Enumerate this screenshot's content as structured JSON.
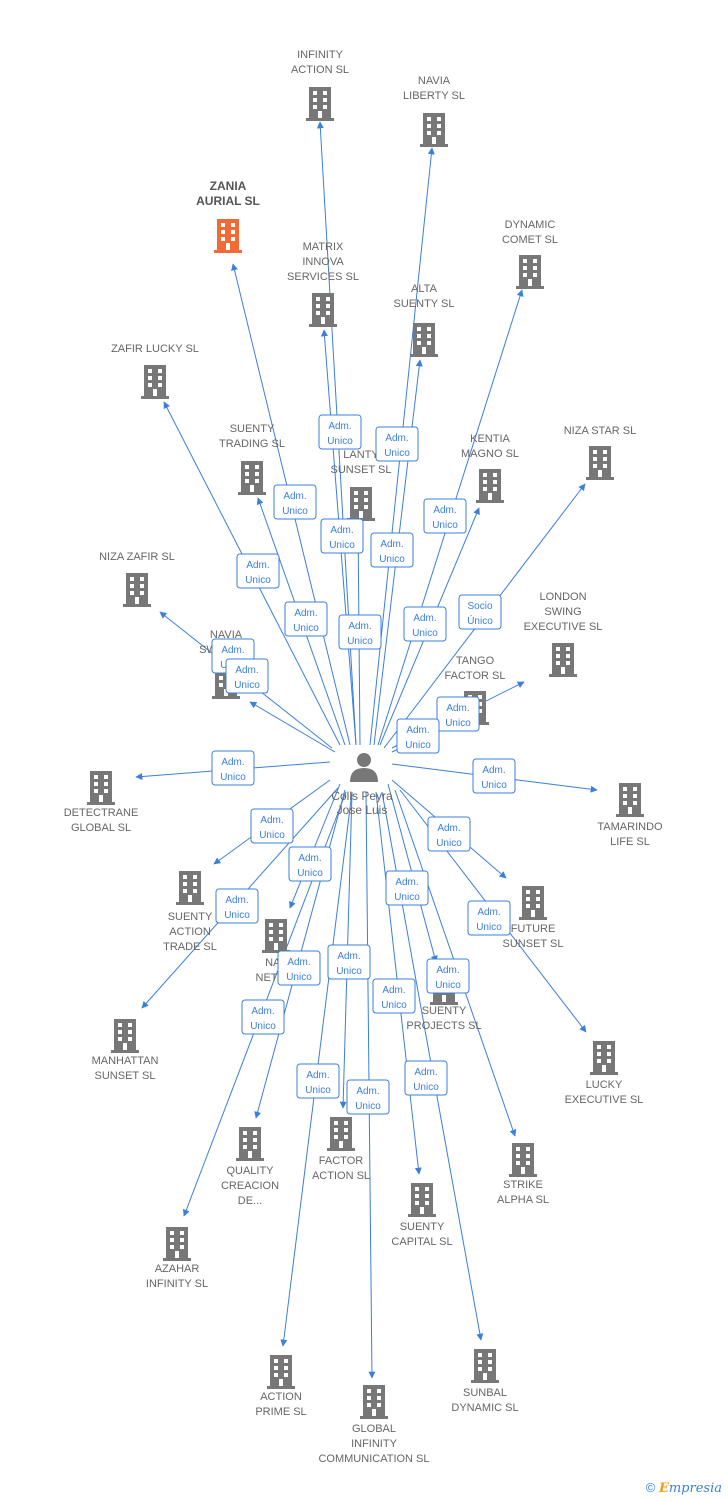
{
  "center": {
    "lines": [
      "Colls Peyra",
      "Jose Luis"
    ],
    "icon": "person-icon"
  },
  "colors": {
    "edge": "#3b7fd9",
    "building": "#777777",
    "highlight": "#f26a35"
  },
  "companies": [
    {
      "id": "infinity-action-sl",
      "lines": [
        "INFINITY",
        "ACTION SL"
      ],
      "rel": [
        "Adm.",
        "Unico"
      ]
    },
    {
      "id": "navia-liberty-sl",
      "lines": [
        "NAVIA",
        "LIBERTY SL"
      ],
      "rel": [
        "Adm.",
        "Unico"
      ]
    },
    {
      "id": "zania-aurial-sl",
      "lines": [
        "ZANIA",
        "AURIAL  SL"
      ],
      "rel": [
        "Adm.",
        "Unico"
      ],
      "highlight": true
    },
    {
      "id": "dynamic-comet-sl",
      "lines": [
        "DYNAMIC",
        "COMET SL"
      ],
      "rel": [
        "Adm.",
        "Unico"
      ]
    },
    {
      "id": "matrix-innova-services-sl",
      "lines": [
        "MATRIX",
        "INNOVA",
        "SERVICES SL"
      ],
      "rel": [
        "Adm.",
        "Unico"
      ]
    },
    {
      "id": "alta-suenty-sl",
      "lines": [
        "ALTA",
        "SUENTY SL"
      ],
      "rel": [
        "Adm.",
        "Unico"
      ]
    },
    {
      "id": "zafir-lucky-sl",
      "lines": [
        "ZAFIR LUCKY SL"
      ],
      "rel": [
        "Adm.",
        "Unico"
      ]
    },
    {
      "id": "niza-star-sl",
      "lines": [
        "NIZA STAR SL"
      ],
      "rel": [
        "Socio",
        "Único"
      ]
    },
    {
      "id": "suenty-trading-sl",
      "lines": [
        "SUENTY",
        "TRADING SL"
      ],
      "rel": [
        "Adm.",
        "Unico"
      ]
    },
    {
      "id": "lanty-sunset-sl",
      "lines": [
        "LANTY",
        "SUNSET SL"
      ],
      "rel": [
        "Adm.",
        "Unico"
      ]
    },
    {
      "id": "kentia-magno-sl",
      "lines": [
        "KENTIA",
        "MAGNO SL"
      ],
      "rel": [
        "Adm.",
        "Unico"
      ]
    },
    {
      "id": "niza-zafir-sl",
      "lines": [
        "NIZA ZAFIR SL"
      ],
      "rel": [
        "Adm.",
        "Unico"
      ]
    },
    {
      "id": "london-swing-executive-sl",
      "lines": [
        "LONDON",
        "SWING",
        "EXECUTIVE SL"
      ],
      "rel": [
        "Adm.",
        "Unico"
      ]
    },
    {
      "id": "navia-swing-sl",
      "lines": [
        "NAVIA",
        "SWING SL"
      ],
      "rel": [
        "Adm.",
        "Unico"
      ]
    },
    {
      "id": "tango-factor-sl",
      "lines": [
        "TANGO",
        "FACTOR SL"
      ],
      "rel": [
        "Adm.",
        "Unico"
      ]
    },
    {
      "id": "detectrane-global-sl",
      "lines": [
        "DETECTRANE",
        "GLOBAL  SL"
      ],
      "rel": [
        "Adm.",
        "Unico"
      ]
    },
    {
      "id": "tamarindo-life-sl",
      "lines": [
        "TAMARINDO",
        "LIFE SL"
      ],
      "rel": [
        "Adm.",
        "Unico"
      ]
    },
    {
      "id": "suenty-action-trade-sl",
      "lines": [
        "SUENTY",
        "ACTION",
        "TRADE SL"
      ],
      "rel": [
        "Adm.",
        "Unico"
      ]
    },
    {
      "id": "navia-network",
      "lines": [
        "NAV",
        "NETWO"
      ],
      "rel": [
        "Adm.",
        "Unico"
      ]
    },
    {
      "id": "future-sunset-sl",
      "lines": [
        "FUTURE",
        "SUNSET SL"
      ],
      "rel": [
        "Adm.",
        "Unico"
      ]
    },
    {
      "id": "suenty-projects-sl",
      "lines": [
        "SUENTY",
        "PROJECTS SL"
      ],
      "rel": [
        "Adm.",
        "Unico"
      ]
    },
    {
      "id": "manhattan-sunset-sl",
      "lines": [
        "MANHATTAN",
        "SUNSET SL"
      ],
      "rel": [
        "Adm.",
        "Unico"
      ]
    },
    {
      "id": "lucky-executive-sl",
      "lines": [
        "LUCKY",
        "EXECUTIVE SL"
      ],
      "rel": [
        "Adm.",
        "Unico"
      ]
    },
    {
      "id": "quality-creacion-de",
      "lines": [
        "QUALITY",
        "CREACION",
        "DE..."
      ],
      "rel": [
        "Adm.",
        "Unico"
      ]
    },
    {
      "id": "factor-action-sl",
      "lines": [
        "FACTOR",
        "ACTION SL"
      ],
      "rel": [
        "Adm.",
        "Unico"
      ]
    },
    {
      "id": "strike-alpha-sl",
      "lines": [
        "STRIKE",
        "ALPHA SL"
      ],
      "rel": [
        "Adm.",
        "Unico"
      ]
    },
    {
      "id": "suenty-capital-sl",
      "lines": [
        "SUENTY",
        "CAPITAL SL"
      ],
      "rel": [
        "Adm.",
        "Unico"
      ]
    },
    {
      "id": "azahar-infinity-sl",
      "lines": [
        "AZAHAR",
        "INFINITY SL"
      ],
      "rel": [
        "Adm.",
        "Unico"
      ]
    },
    {
      "id": "action-prime-sl",
      "lines": [
        "ACTION",
        "PRIME SL"
      ],
      "rel": [
        "Adm.",
        "Unico"
      ]
    },
    {
      "id": "sunbal-dynamic-sl",
      "lines": [
        "SUNBAL",
        "DYNAMIC SL"
      ],
      "rel": [
        "Adm.",
        "Unico"
      ]
    },
    {
      "id": "global-infinity-communication-sl",
      "lines": [
        "GLOBAL",
        "INFINITY",
        "COMMUNICATION SL"
      ],
      "rel": [
        "Adm.",
        "Unico"
      ]
    }
  ],
  "footer": {
    "symbol": "©",
    "brand_first": "E",
    "brand_rest": "mpresia"
  }
}
